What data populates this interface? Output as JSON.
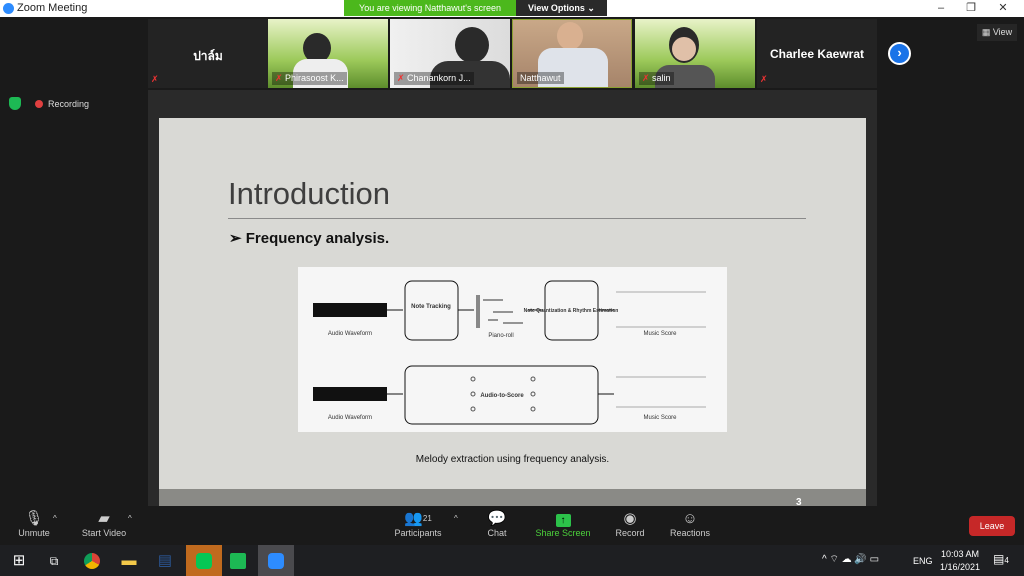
{
  "window": {
    "title": "Zoom Meeting",
    "minimize": "–",
    "maximize": "❐",
    "close": "✕"
  },
  "banner": {
    "text": "You are viewing Natthawut's screen",
    "view_options": "View Options ⌄"
  },
  "participants_strip": [
    {
      "name": "ปาล์ม",
      "video": false
    },
    {
      "name": "Phirasoost K...",
      "video": true
    },
    {
      "name": "Chanankorn J...",
      "video": true
    },
    {
      "name": "Natthawut",
      "video": true,
      "active": true
    },
    {
      "name": "salin",
      "video": true
    },
    {
      "name": "Charlee Kaewrat",
      "video": false
    }
  ],
  "view_button": "View",
  "recording": "Recording",
  "slide": {
    "title": "Introduction",
    "bullet": "Frequency analysis.",
    "diagram": {
      "row1": [
        "Audio Waveform",
        "Note Tracking",
        "Piano-roll",
        "Note Quantization & Rhythm Estimation",
        "Music Score"
      ],
      "row2": [
        "Audio Waveform",
        "Audio-to-Score",
        "Music Score"
      ]
    },
    "caption": "Melody extraction using frequency analysis.",
    "page_number": "3"
  },
  "toolbar": {
    "unmute": "Unmute",
    "start_video": "Start Video",
    "participants": "Participants",
    "participant_count": "21",
    "chat": "Chat",
    "share_screen": "Share Screen",
    "record": "Record",
    "reactions": "Reactions",
    "leave": "Leave"
  },
  "taskbar": {
    "lang": "ENG",
    "time": "10:03 AM",
    "date": "1/16/2021",
    "notifications": "4"
  },
  "colors": {
    "share_green": "#4cb81c",
    "leave_red": "#c62828",
    "zoom_blue": "#1a73e8"
  }
}
